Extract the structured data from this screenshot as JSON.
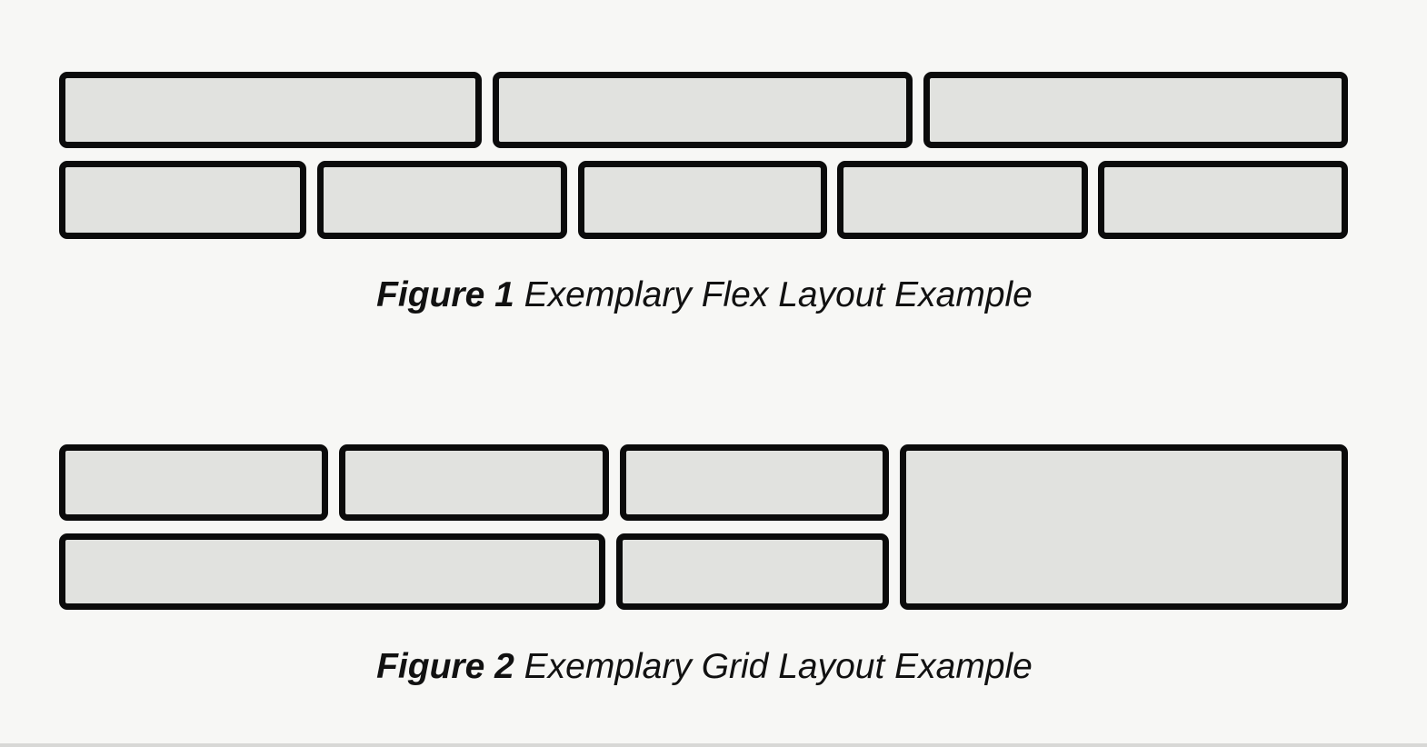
{
  "figure1": {
    "label": "Figure 1",
    "title": "Exemplary Flex Layout Example",
    "rows": [
      {
        "box_count": 3
      },
      {
        "box_count": 5
      }
    ]
  },
  "figure2": {
    "label": "Figure 2",
    "title": "Exemplary Grid Layout Example",
    "rows": [
      {
        "box_count": 3
      },
      {
        "box_count": 2
      }
    ],
    "tall_box_count": 1
  },
  "colors": {
    "background": "#f7f7f5",
    "box_fill": "#e1e2df",
    "box_border": "#0b0b0b",
    "text": "#111111"
  }
}
